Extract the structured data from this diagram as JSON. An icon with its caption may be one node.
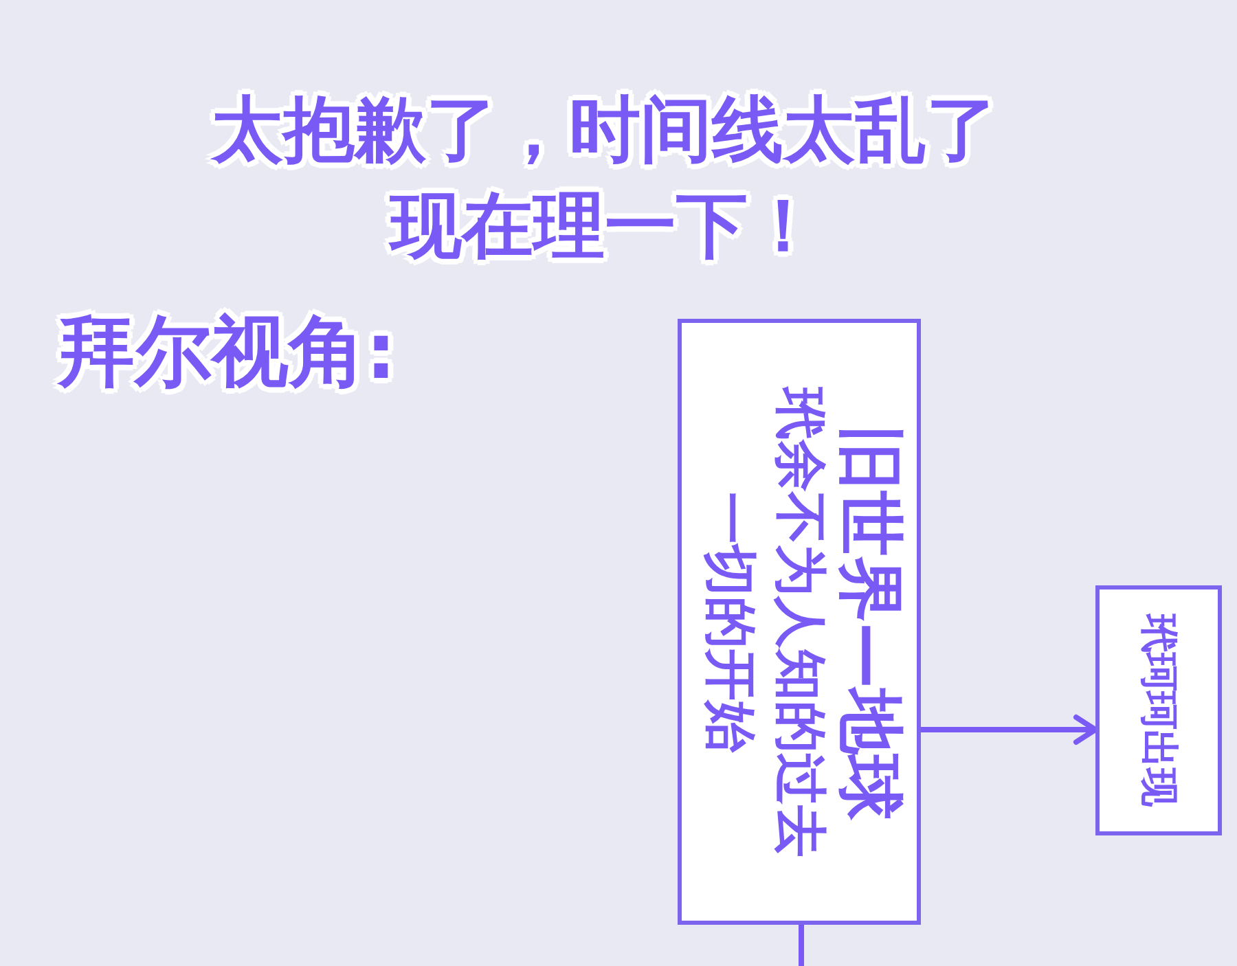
{
  "diagram": {
    "title": "太抱歉了，时间线太乱了现在理一下！",
    "nodes": [
      {
        "text": [
          "旧世界—地球",
          "玳余不为人知的过去一切的开始"
        ]
      },
      {
        "text": [
          "玳珂珂出现"
        ]
      }
    ],
    "edges": [
      {
        "from": 0,
        "to": 1,
        "arrow": "to"
      },
      {
        "from": 0,
        "to": null,
        "arrow": "none"
      }
    ],
    "labels": [
      "拜尔视角:"
    ]
  }
}
